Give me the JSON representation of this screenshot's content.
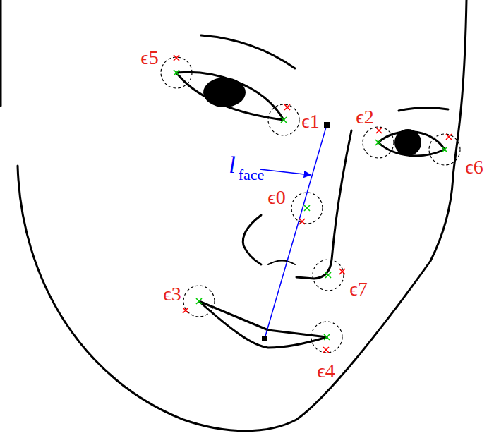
{
  "diagram": {
    "labels": [
      "ϵ5",
      "ϵ1",
      "ϵ2",
      "ϵ6",
      "ϵ0",
      "l",
      "face",
      "ϵ7",
      "ϵ3",
      "ϵ4"
    ]
  }
}
